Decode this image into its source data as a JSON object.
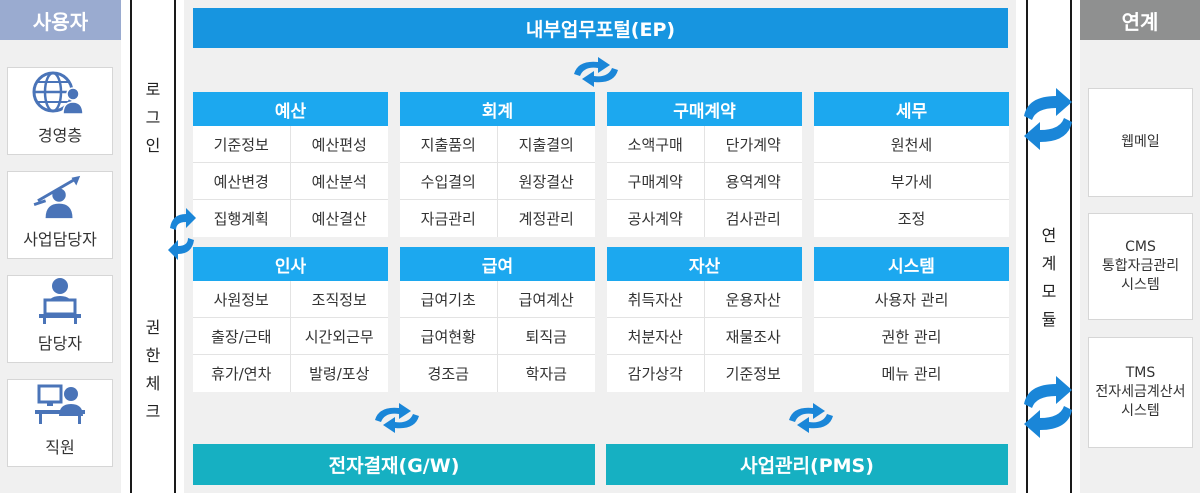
{
  "left": {
    "header": "사용자",
    "users": [
      "경영층",
      "사업담당자",
      "담당자",
      "직원"
    ]
  },
  "login_bar": {
    "top": [
      "로",
      "그",
      "인"
    ],
    "bottom": [
      "권",
      "한",
      "체",
      "크"
    ]
  },
  "ep": "내부업무포털(EP)",
  "modules_row1": [
    {
      "title": "예산",
      "items": [
        "기준정보",
        "예산편성",
        "예산변경",
        "예산분석",
        "집행계획",
        "예산결산"
      ]
    },
    {
      "title": "회계",
      "items": [
        "지출품의",
        "지출결의",
        "수입결의",
        "원장결산",
        "자금관리",
        "계정관리"
      ]
    },
    {
      "title": "구매계약",
      "items": [
        "소액구매",
        "단가계약",
        "구매계약",
        "용역계약",
        "공사계약",
        "검사관리"
      ]
    },
    {
      "title": "세무",
      "items": [
        "원천세",
        "부가세",
        "조정"
      ]
    }
  ],
  "modules_row2": [
    {
      "title": "인사",
      "items": [
        "사원정보",
        "조직정보",
        "출장/근태",
        "시간외근무",
        "휴가/연차",
        "발령/포상"
      ]
    },
    {
      "title": "급여",
      "items": [
        "급여기초",
        "급여계산",
        "급여현황",
        "퇴직금",
        "경조금",
        "학자금"
      ]
    },
    {
      "title": "자산",
      "items": [
        "취득자산",
        "운용자산",
        "처분자산",
        "재물조사",
        "감가상각",
        "기준정보"
      ]
    },
    {
      "title": "시스템",
      "items": [
        "사용자 관리",
        "권한 관리",
        "메뉴 관리"
      ]
    }
  ],
  "bottom": {
    "gw": "전자결재(G/W)",
    "pms": "사업관리(PMS)"
  },
  "link_module": [
    "연",
    "계",
    "모",
    "듈"
  ],
  "right": {
    "header": "연계",
    "systems": [
      {
        "lines": [
          "웹메일"
        ]
      },
      {
        "lines": [
          "CMS",
          "통합자금관리",
          "시스템"
        ]
      },
      {
        "lines": [
          "TMS",
          "전자세금계산서",
          "시스템"
        ]
      }
    ]
  },
  "colors": {
    "ep": "#1795e0",
    "module_header": "#1ca8ef",
    "bottom_bar": "#16b0c2",
    "arrow": "#1a86d8",
    "user_icon": "#4a74b8"
  }
}
